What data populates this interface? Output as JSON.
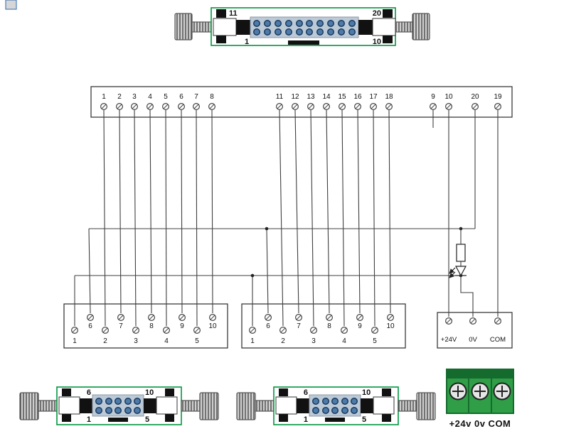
{
  "colors": {
    "green": "#009640",
    "pin": "#4d7aa8",
    "pin_border": "#15365a",
    "strip": "#bcc9d6",
    "wire": "#3f3f3f",
    "photo_green": "#2f9e47",
    "photo_green_dark": "#156b2d"
  },
  "top_connector": {
    "label_top_left": "11",
    "label_top_right": "20",
    "label_bottom_left": "1",
    "label_bottom_right": "10"
  },
  "main_terminal_block": {
    "left_group": [
      "1",
      "2",
      "3",
      "4",
      "5",
      "6",
      "7",
      "8"
    ],
    "middle_group": [
      "11",
      "12",
      "13",
      "14",
      "15",
      "16",
      "17",
      "18"
    ],
    "right_group": [
      "9",
      "10",
      "20",
      "19"
    ]
  },
  "left_terminal_block": {
    "top_row": [
      "6",
      "7",
      "8",
      "9",
      "10"
    ],
    "bottom_row": [
      "1",
      "2",
      "3",
      "4",
      "5"
    ]
  },
  "middle_terminal_block": {
    "top_row": [
      "6",
      "7",
      "8",
      "9",
      "10"
    ],
    "bottom_row": [
      "1",
      "2",
      "3",
      "4",
      "5"
    ]
  },
  "power_terminal_block": {
    "labels": [
      "+24V",
      "0V",
      "COM"
    ]
  },
  "bottom_left_connector": {
    "label_top_left": "6",
    "label_top_right": "10",
    "label_bottom_left": "1",
    "label_bottom_right": "5"
  },
  "bottom_middle_connector": {
    "label_top_left": "6",
    "label_top_right": "10",
    "label_bottom_left": "1",
    "label_bottom_right": "5"
  },
  "power_terminal_photo": {
    "caption": "+24v 0v COM"
  }
}
